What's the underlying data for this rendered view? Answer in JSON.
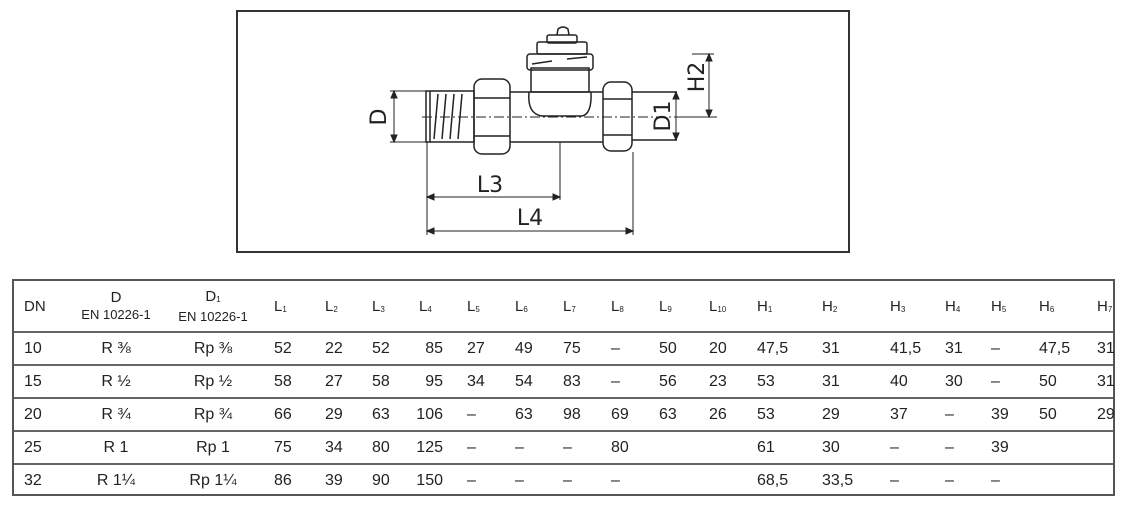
{
  "drawing": {
    "labels": {
      "d": "D",
      "d1": "D1",
      "h2": "H2",
      "l3": "L3",
      "l4": "L4"
    }
  },
  "table": {
    "headers": [
      {
        "main": "DN"
      },
      {
        "main": "D",
        "sub2": "EN 10226-1"
      },
      {
        "main": "D",
        "sub": "1",
        "sub2": "EN 10226-1"
      },
      {
        "main": "L",
        "sub": "1"
      },
      {
        "main": "L",
        "sub": "2"
      },
      {
        "main": "L",
        "sub": "3"
      },
      {
        "main": "L",
        "sub": "4"
      },
      {
        "main": "L",
        "sub": "5"
      },
      {
        "main": "L",
        "sub": "6"
      },
      {
        "main": "L",
        "sub": "7"
      },
      {
        "main": "L",
        "sub": "8"
      },
      {
        "main": "L",
        "sub": "9"
      },
      {
        "main": "L",
        "sub": "10"
      },
      {
        "main": "H",
        "sub": "1"
      },
      {
        "main": "H",
        "sub": "2"
      },
      {
        "main": "H",
        "sub": "3"
      },
      {
        "main": "H",
        "sub": "4"
      },
      {
        "main": "H",
        "sub": "5"
      },
      {
        "main": "H",
        "sub": "6"
      },
      {
        "main": "H",
        "sub": "7"
      }
    ],
    "rows": [
      [
        "10",
        "R ⅜",
        "Rp ⅜",
        "52",
        "22",
        "52",
        "85",
        "27",
        "49",
        "75",
        "–",
        "50",
        "20",
        "47,5",
        "31",
        "41,5",
        "31",
        "–",
        "47,5",
        "31"
      ],
      [
        "15",
        "R ½",
        "Rp ½",
        "58",
        "27",
        "58",
        "95",
        "34",
        "54",
        "83",
        "–",
        "56",
        "23",
        "53",
        "31",
        "40",
        "30",
        "–",
        "50",
        "31"
      ],
      [
        "20",
        "R ¾",
        "Rp ¾",
        "66",
        "29",
        "63",
        "106",
        "–",
        "63",
        "98",
        "69",
        "63",
        "26",
        "53",
        "29",
        "37",
        "–",
        "39",
        "50",
        "29"
      ],
      [
        "25",
        "R 1",
        "Rp 1",
        "75",
        "34",
        "80",
        "125",
        "–",
        "–",
        "–",
        "80",
        "",
        "",
        "61",
        "30",
        "–",
        "–",
        "39",
        "",
        ""
      ],
      [
        "32",
        "R 1¼",
        "Rp 1¼",
        "86",
        "39",
        "90",
        "150",
        "–",
        "–",
        "–",
        "–",
        "",
        "",
        "68,5",
        "33,5",
        "–",
        "–",
        "–",
        "",
        ""
      ]
    ]
  }
}
